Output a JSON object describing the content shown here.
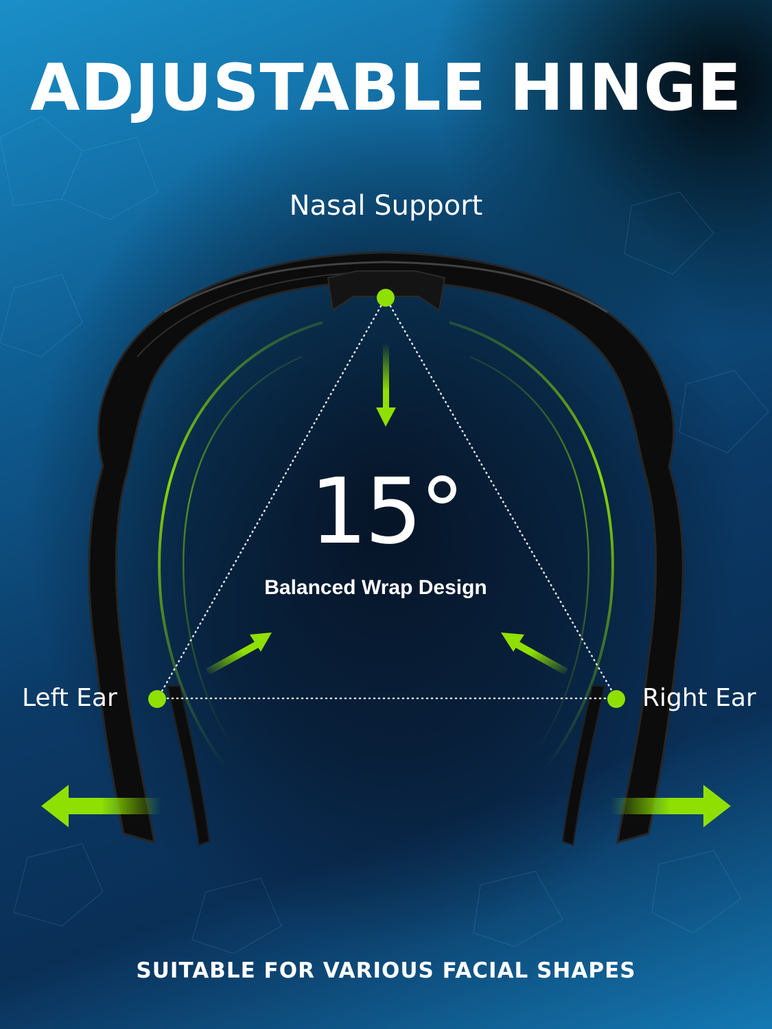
{
  "headline": "ADJUSTABLE HINGE",
  "labels": {
    "nasal_support": "Nasal Support",
    "angle": "15°",
    "design": "Balanced Wrap Design",
    "left_ear": "Left Ear",
    "right_ear": "Right Ear"
  },
  "footer": "SUITABLE FOR VARIOUS FACIAL SHAPES",
  "colors": {
    "accent": "#8fe000",
    "frame": "#0c0c0c",
    "text": "#ffffff"
  },
  "icons": [
    "glasses-frame",
    "arrow-down",
    "arrow-up-right",
    "arrow-up-left",
    "arrow-left",
    "arrow-right"
  ]
}
